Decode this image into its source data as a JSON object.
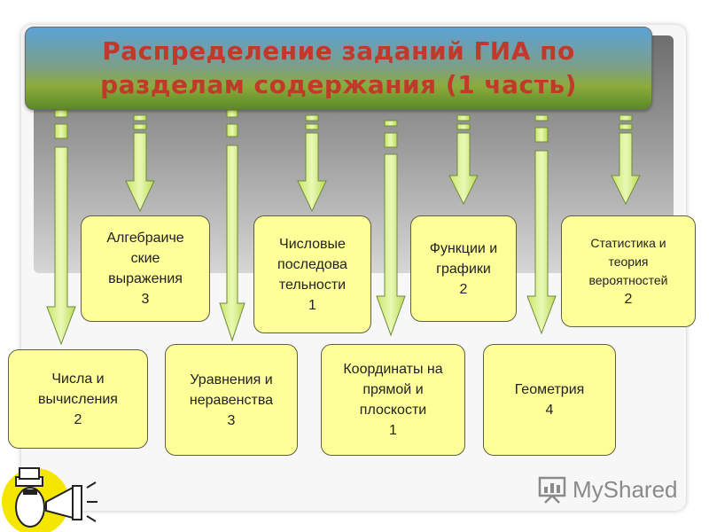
{
  "title": "Распределение заданий  ГИА по разделам содержания (1 часть)",
  "boxes": [
    {
      "label": "Числа и вычисления",
      "value": "2"
    },
    {
      "label": "Алгебраиче ские выражения",
      "value": "3"
    },
    {
      "label": "Уравнения и неравенства",
      "value": "3"
    },
    {
      "label": "Числовые последова тельности",
      "value": "1"
    },
    {
      "label": "Координаты на прямой и плоскости",
      "value": "1"
    },
    {
      "label": "Функции и графики",
      "value": "2"
    },
    {
      "label": "Геометрия",
      "value": "4"
    },
    {
      "label": "Статистика и теория вероятностей",
      "value": "2"
    }
  ],
  "brand": {
    "name": "MyShared"
  },
  "colors": {
    "box_fill": "#ffff99",
    "arrow_fill": "#d9f08a",
    "title_text": "#c0392b"
  }
}
